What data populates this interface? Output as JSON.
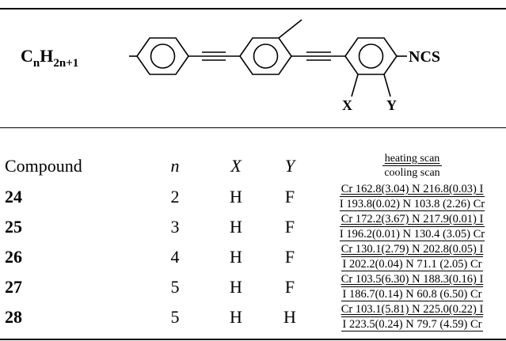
{
  "structure": {
    "alkyl_group": "CnH2n+1",
    "terminal_group": "NCS",
    "substituent_x": "X",
    "substituent_y": "Y"
  },
  "table": {
    "headers": {
      "compound": "Compound",
      "n": "n",
      "x": "X",
      "y": "Y",
      "heating": "heating scan",
      "cooling": "cooling scan"
    },
    "rows": [
      {
        "compound": "24",
        "n": "2",
        "x": "H",
        "y": "F",
        "heating": "Cr 162.8(3.04) N 216.8(0.03) I",
        "cooling": "I 193.8(0.02) N 103.8 (2.26) Cr"
      },
      {
        "compound": "25",
        "n": "3",
        "x": "H",
        "y": "F",
        "heating": "Cr 172.2(3.67) N 217.9(0.01) I",
        "cooling": "I 196.2(0.01) N 130.4 (3.05) Cr"
      },
      {
        "compound": "26",
        "n": "4",
        "x": "H",
        "y": "F",
        "heating": "Cr 130.1(2.79) N 202.8(0.05) I",
        "cooling": "I 202.2(0.04) N 71.1 (2.05) Cr"
      },
      {
        "compound": "27",
        "n": "5",
        "x": "H",
        "y": "F",
        "heating": "Cr 103.5(6.30) N 188.3(0.16) I",
        "cooling": "I 186.7(0.14) N 60.8 (6.50) Cr"
      },
      {
        "compound": "28",
        "n": "5",
        "x": "H",
        "y": "H",
        "heating": "Cr 103.1(5.81) N 225.0(0.22) I",
        "cooling": "I 223.5(0.24) N 79.7 (4.59) Cr"
      }
    ]
  }
}
